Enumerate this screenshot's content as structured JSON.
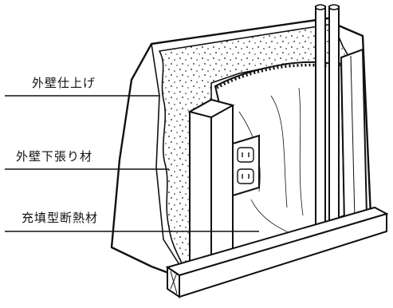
{
  "labels": [
    {
      "text": "外壁仕上げ"
    },
    {
      "text": "外壁下張り材"
    },
    {
      "text": "充填型断熱材"
    }
  ],
  "colors": {
    "ink": "#111111",
    "paper": "#ffffff"
  }
}
